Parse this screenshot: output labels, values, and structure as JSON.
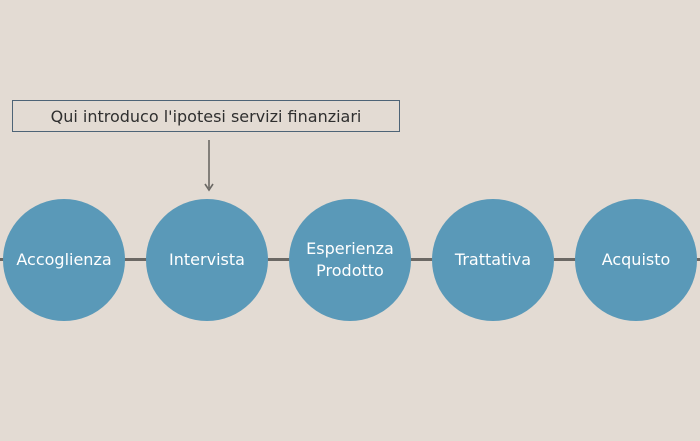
{
  "note": {
    "text": "Qui introduco l'ipotesi servizi finanziari"
  },
  "steps": [
    {
      "label_line1": "Accoglienza",
      "label_line2": ""
    },
    {
      "label_line1": "Intervista",
      "label_line2": ""
    },
    {
      "label_line1": "Esperienza",
      "label_line2": "Prodotto"
    },
    {
      "label_line1": "Trattativa",
      "label_line2": ""
    },
    {
      "label_line1": "Acquisto",
      "label_line2": ""
    }
  ],
  "colors": {
    "background": "#e3dbd3",
    "circle": "#5a99b8",
    "line": "#6b6864",
    "box_border": "#4e6477"
  }
}
